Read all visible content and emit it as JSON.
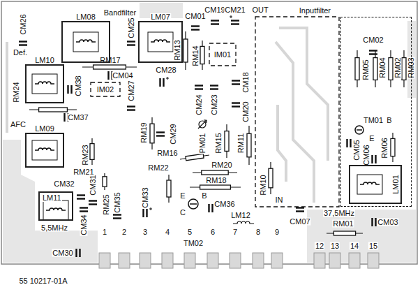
{
  "diagram": {
    "nodes": [
      {
        "text": [
          "LM08"
        ]
      },
      {
        "text": [
          "LM07"
        ]
      },
      {
        "text": [
          "LM10"
        ]
      },
      {
        "text": [
          "LM09"
        ]
      },
      {
        "text": [
          "LM11"
        ]
      },
      {
        "text": [
          "Inputfilter"
        ]
      },
      {
        "text": [
          "LM01"
        ],
        "in": 5
      }
    ],
    "labels": [
      "CM26",
      "Bandfilter",
      "CM01",
      "CM19",
      "CM21",
      "OUT",
      "CM25",
      "RM13",
      "RM14",
      "IM01",
      "CM02",
      "Def.",
      "RM17",
      "CM28",
      "CM18",
      "RM05",
      "RM04",
      "RM02",
      "RM03",
      "CM04",
      "CM38",
      "IM02",
      "RM24",
      "CM27",
      "CM24",
      "CM23",
      "CM20",
      "AFC",
      "CM37",
      "RM19",
      "CM29",
      "PM01",
      "RM15",
      "RM11",
      "TM01",
      "B",
      "E",
      "CM05",
      "CM06",
      "RM06",
      "RM23",
      "RM16",
      "RM20",
      "RM21",
      "RM22",
      "CM32",
      "CM31",
      "RM18",
      "E",
      "B",
      "RM25",
      "CM35",
      "CM33",
      "C",
      "TM02",
      "CM36",
      "RM10",
      "IN",
      "LM12",
      "CM34",
      "1",
      "2",
      "3",
      "4",
      "5",
      "6",
      "7",
      "8",
      "9",
      "CM07",
      "12",
      "13",
      "14",
      "15",
      "37,5MHz",
      "RM01",
      "CM03",
      "CM30",
      "5,5MHz",
      "55 10217-01A"
    ]
  }
}
